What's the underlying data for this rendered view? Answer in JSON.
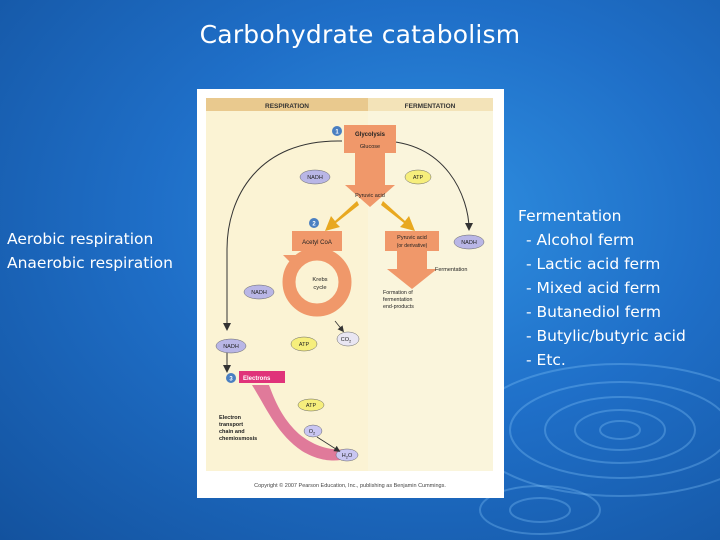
{
  "slide": {
    "title": "Carbohydrate catabolism",
    "left_items": [
      "Aerobic respiration",
      "Anaerobic respiration"
    ],
    "right_heading": "Fermentation",
    "right_items": [
      "- Alcohol ferm",
      "- Lactic acid ferm",
      "- Mixed acid ferm",
      "- Butanediol ferm",
      "- Butylic/butyric acid",
      "- Etc."
    ]
  },
  "figure": {
    "header_left": "RESPIRATION",
    "header_right": "FERMENTATION",
    "step1": "1",
    "step2": "2",
    "step3": "3",
    "glycolysis": "Glycolysis",
    "glucose": "Glucose",
    "nadh": "NADH",
    "atp": "ATP",
    "pyruvic_acid": "Pyruvic acid",
    "acetyl_coa": "Acetyl CoA",
    "pyruvic_deriv_line1": "Pyruvic acid",
    "pyruvic_deriv_line2": "(or derivative)",
    "fermentation_label": "Fermentation",
    "krebs_line1": "Krebs",
    "krebs_line2": "cycle",
    "formation_line1": "Formation of",
    "formation_line2": "fermentation",
    "formation_line3": "end-products",
    "co2": "CO",
    "co2_sub": "2",
    "electrons": "Electrons",
    "etc_line1": "Electron",
    "etc_line2": "transport",
    "etc_line3": "chain and",
    "etc_line4": "chemiosmosis",
    "o2": "O",
    "o2_sub": "2",
    "h2o": "H",
    "h2o_sub": "2",
    "h2o_end": "O",
    "copyright": "Copyright © 2007 Pearson Education, Inc., publishing as Benjamin Cummings."
  },
  "colors": {
    "background": "#1f6fc8",
    "orange_arrow": "#f0986a",
    "gold_arrow": "#e8a820",
    "nadh_oval": "#b9b6e6",
    "atp_oval": "#f6ee7c",
    "electrons_bar": "#e0337a",
    "panel_left": "#fbf3d4",
    "panel_right": "#faf5dc"
  }
}
